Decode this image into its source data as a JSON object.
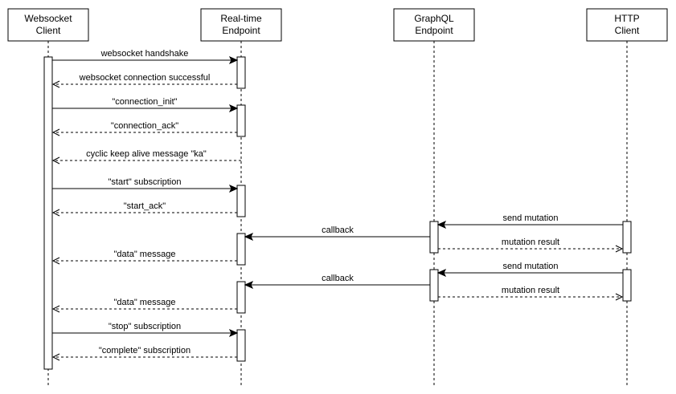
{
  "participants": [
    {
      "id": "ws",
      "lines": [
        "Websocket",
        "Client"
      ]
    },
    {
      "id": "rt",
      "lines": [
        "Real-time",
        "Endpoint"
      ]
    },
    {
      "id": "gql",
      "lines": [
        "GraphQL",
        "Endpoint"
      ]
    },
    {
      "id": "http",
      "lines": [
        "HTTP",
        "Client"
      ]
    }
  ],
  "messages": [
    {
      "from": "ws",
      "to": "rt",
      "label": "websocket handshake",
      "style": "solid"
    },
    {
      "from": "rt",
      "to": "ws",
      "label": "websocket connection successful",
      "style": "dashed"
    },
    {
      "from": "ws",
      "to": "rt",
      "label": "\"connection_init\"",
      "style": "solid"
    },
    {
      "from": "rt",
      "to": "ws",
      "label": "\"connection_ack\"",
      "style": "dashed"
    },
    {
      "from": "rt",
      "to": "ws",
      "label": "cyclic keep alive message \"ka\"",
      "style": "dashed"
    },
    {
      "from": "ws",
      "to": "rt",
      "label": "\"start\" subscription",
      "style": "solid"
    },
    {
      "from": "rt",
      "to": "ws",
      "label": "\"start_ack\"",
      "style": "dashed"
    },
    {
      "from": "http",
      "to": "gql",
      "label": "send mutation",
      "style": "solid"
    },
    {
      "from": "gql",
      "to": "rt",
      "label": "callback",
      "style": "solid"
    },
    {
      "from": "gql",
      "to": "http",
      "label": "mutation result",
      "style": "dashed"
    },
    {
      "from": "rt",
      "to": "ws",
      "label": "\"data\" message",
      "style": "dashed"
    },
    {
      "from": "http",
      "to": "gql",
      "label": "send mutation",
      "style": "solid"
    },
    {
      "from": "gql",
      "to": "rt",
      "label": "callback",
      "style": "solid"
    },
    {
      "from": "gql",
      "to": "http",
      "label": "mutation result",
      "style": "dashed"
    },
    {
      "from": "rt",
      "to": "ws",
      "label": "\"data\" message",
      "style": "dashed"
    },
    {
      "from": "ws",
      "to": "rt",
      "label": "\"stop\" subscription",
      "style": "solid"
    },
    {
      "from": "rt",
      "to": "ws",
      "label": "\"complete\" subscription",
      "style": "dashed"
    }
  ]
}
